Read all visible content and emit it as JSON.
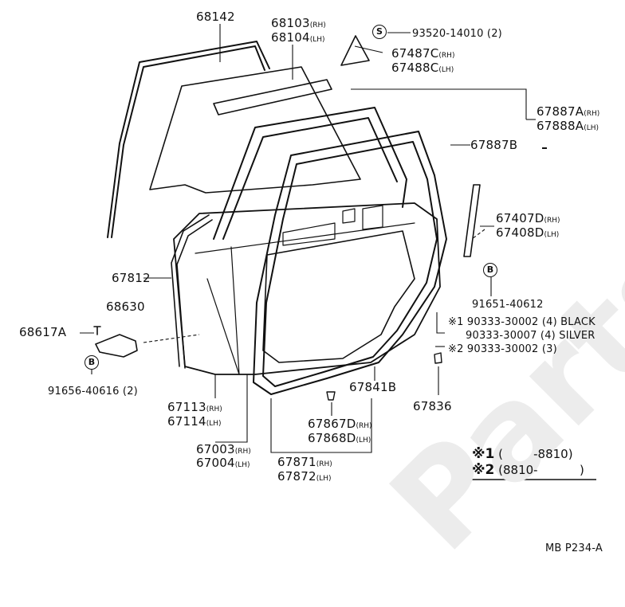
{
  "watermark_text": "Partsouq",
  "parts": {
    "p68142": "68142",
    "p68103": "68103",
    "p68103_sfx": "(RH)",
    "p68104": "68104",
    "p68104_sfx": "(LH)",
    "p93520": "93520-14010 (2)",
    "p67487c": "67487C",
    "p67487c_sfx": "(RH)",
    "p67488c": "67488C",
    "p67488c_sfx": "(LH)",
    "p67887a": "67887A",
    "p67887a_sfx": "(RH)",
    "p67888a": "67888A",
    "p67888a_sfx": "(LH)",
    "p67887b": "67887B",
    "p67407d": "67407D",
    "p67407d_sfx": "(RH)",
    "p67408d": "67408D",
    "p67408d_sfx": "(LH)",
    "p91651": "91651-40612",
    "p90333_1": "※1 90333-30002 (4) BLACK",
    "p90333_2": "90333-30007 (4) SILVER",
    "p90333_3": "※2 90333-30002 (3)",
    "p67812": "67812",
    "p68630": "68630",
    "p68617a": "68617A",
    "p91656": "91656-40616 (2)",
    "p67113": "67113",
    "p67113_sfx": "(RH)",
    "p67114": "67114",
    "p67114_sfx": "(LH)",
    "p67003": "67003",
    "p67003_sfx": "(RH)",
    "p67004": "67004",
    "p67004_sfx": "(LH)",
    "p67867d": "67867D",
    "p67867d_sfx": "(RH)",
    "p67868d": "67868D",
    "p67868d_sfx": "(LH)",
    "p67871": "67871",
    "p67871_sfx": "(RH)",
    "p67872": "67872",
    "p67872_sfx": "(LH)",
    "p67841b": "67841B",
    "p67836": "67836"
  },
  "markers": {
    "s": "S",
    "b": "B"
  },
  "notes": {
    "n1_key": "※1",
    "n1_val": "(        -8810)",
    "n2_key": "※2",
    "n2_val": "(8810-           )"
  },
  "figure_id": "MB P234-A"
}
